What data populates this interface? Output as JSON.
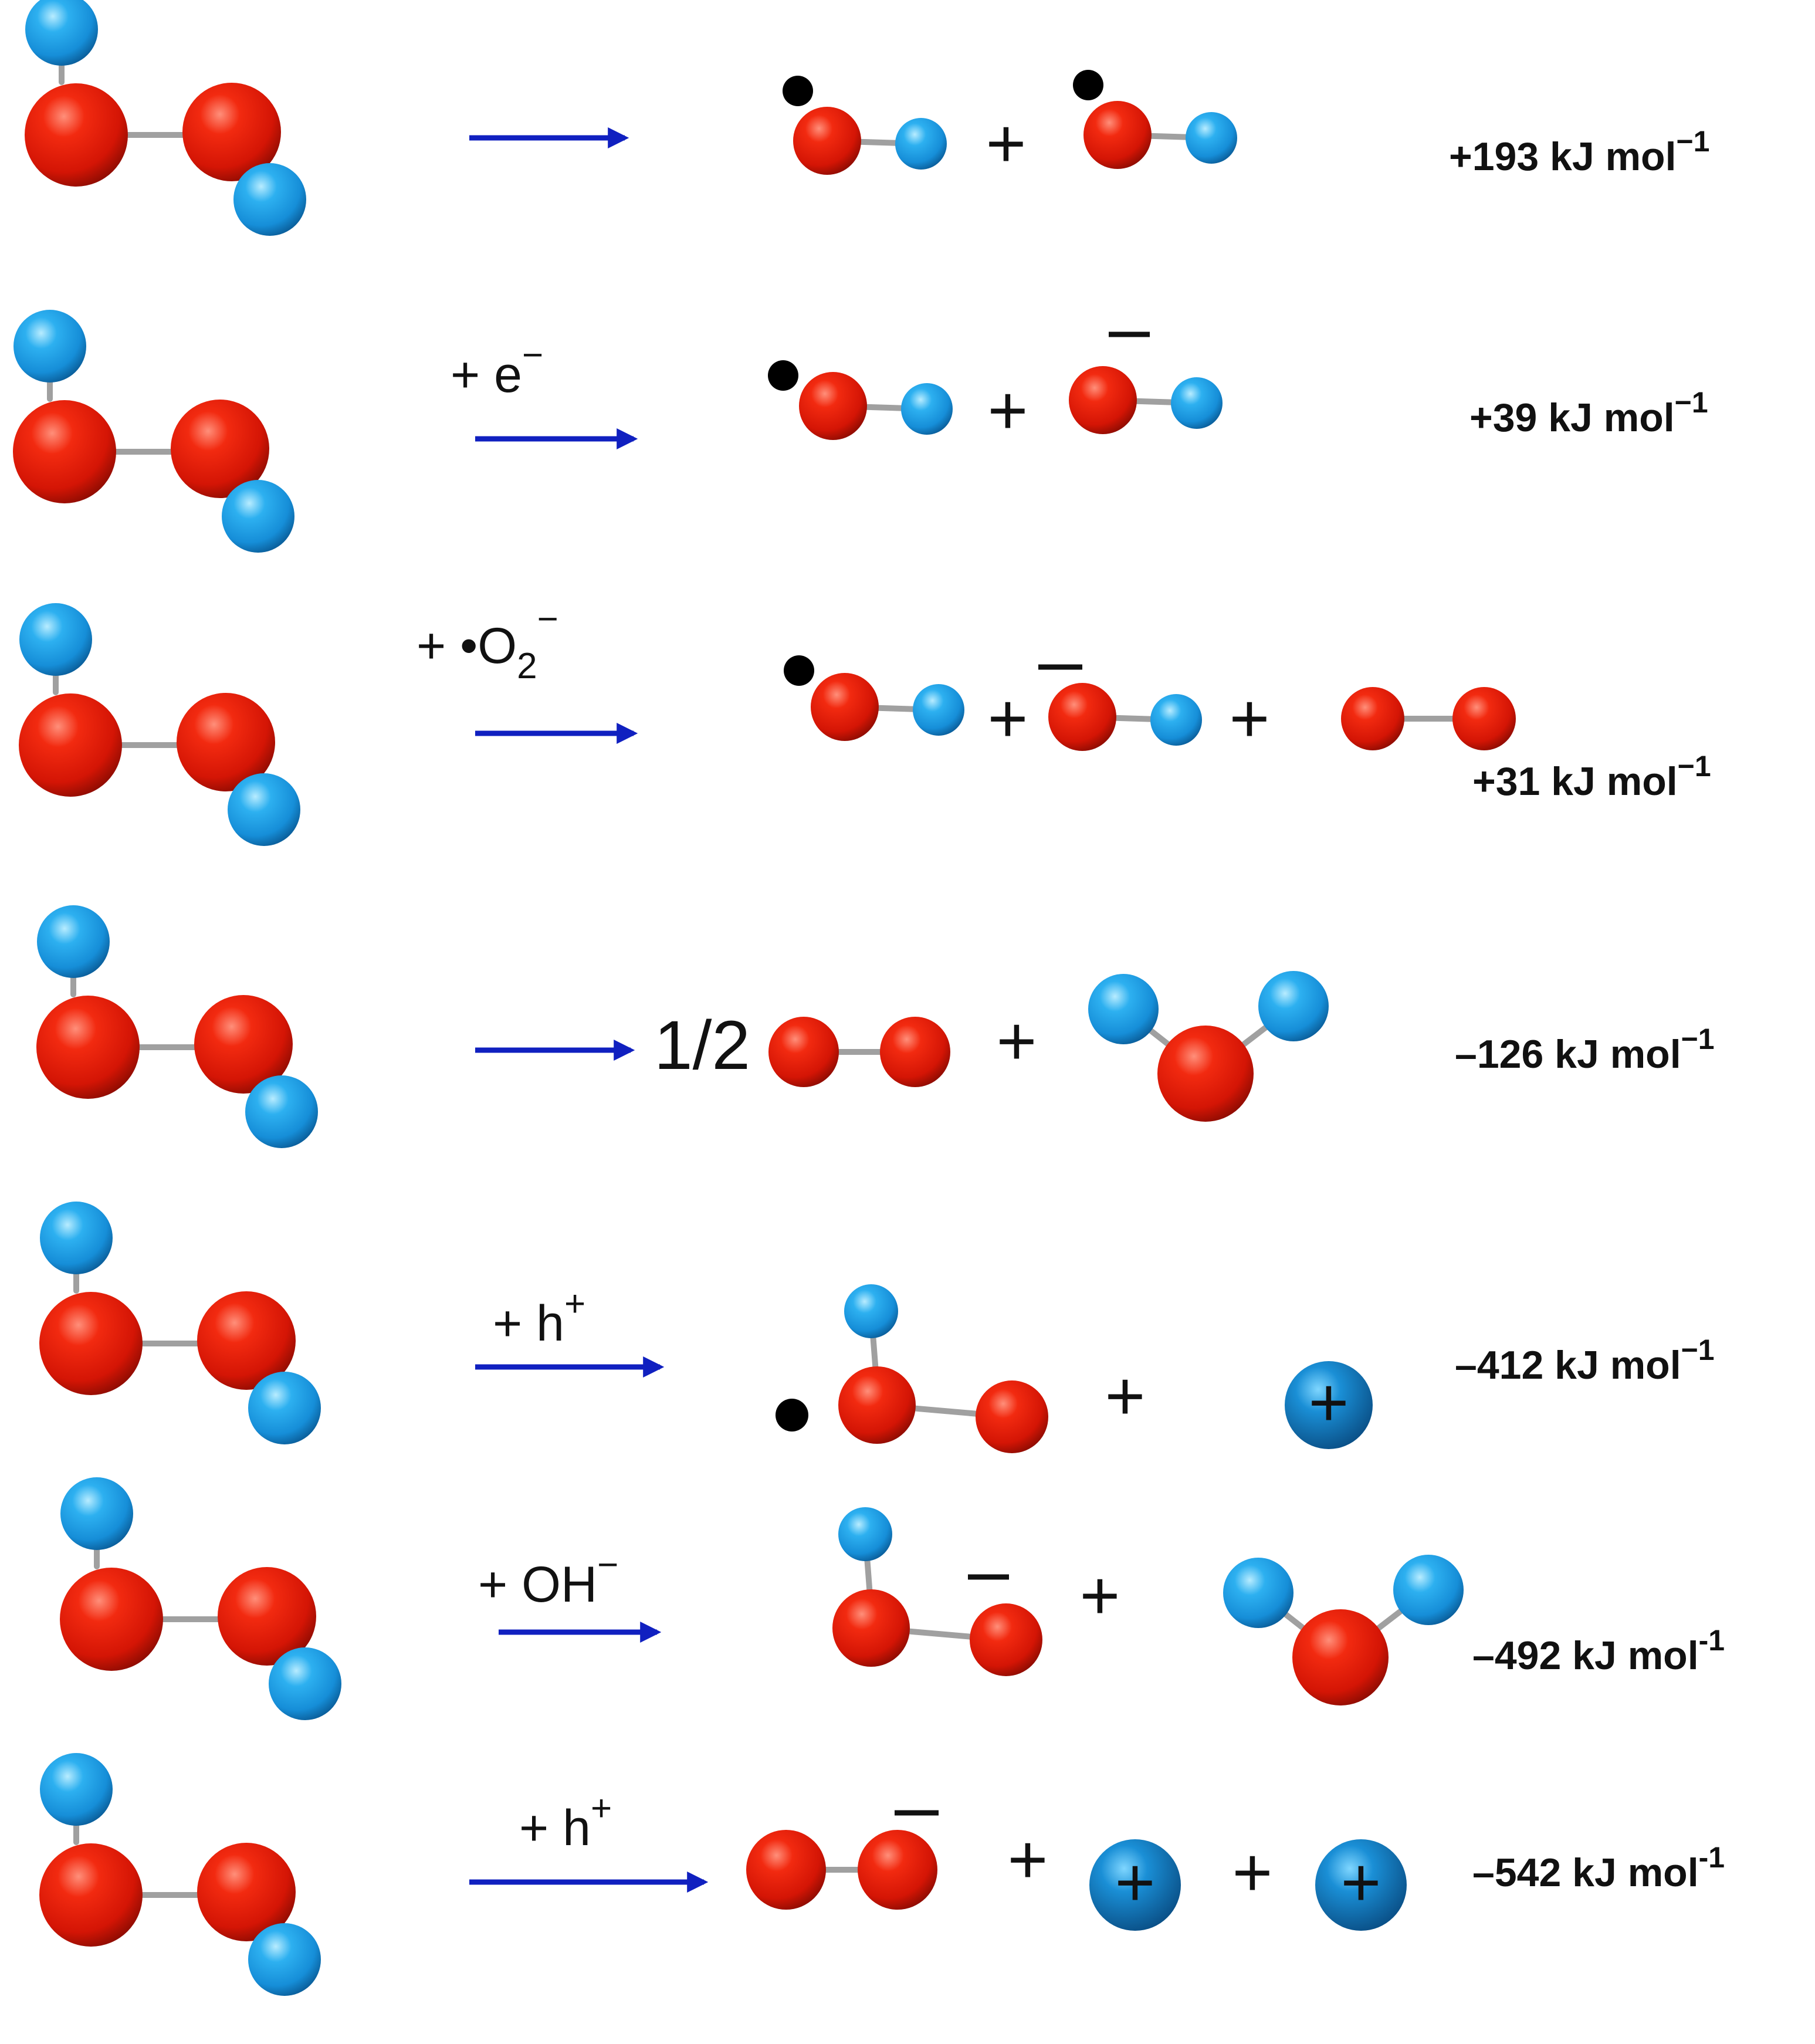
{
  "colors": {
    "oxygen": "#e01808",
    "hydrogen": "#1a9de0",
    "bond": "#a0a0a0",
    "arrow": "#1020c0",
    "radical_dot": "#000000",
    "text": "#111111"
  },
  "reactions": [
    {
      "reagent": null,
      "energy": {
        "value": "+193 kJ mol",
        "exp": "−1"
      }
    },
    {
      "reagent": {
        "prefix": "+ e",
        "sup": "−"
      },
      "energy": {
        "value": "+39 kJ mol",
        "exp": "−1"
      }
    },
    {
      "reagent": {
        "prefix": "+  •O",
        "sub": "2",
        "sup": "−"
      },
      "energy": {
        "value": "+31 kJ mol",
        "exp": "−1"
      }
    },
    {
      "reagent": null,
      "coefficient": "1/2",
      "energy": {
        "value": "–126 kJ mol",
        "exp": "−1"
      }
    },
    {
      "reagent": {
        "prefix": "+ h",
        "sup": "+"
      },
      "energy": {
        "value": "–412 kJ mol",
        "exp": "−1"
      }
    },
    {
      "reagent": {
        "prefix": "+ OH",
        "sup": "−"
      },
      "energy": {
        "value": "–492 kJ mol",
        "exp": "-1"
      }
    },
    {
      "reagent": {
        "prefix": "+ h",
        "sup": "+"
      },
      "energy": {
        "value": "–542 kJ mol",
        "exp": "-1"
      }
    }
  ],
  "symbols": {
    "plus": "+",
    "minus": "−",
    "ion_plus": "+"
  }
}
